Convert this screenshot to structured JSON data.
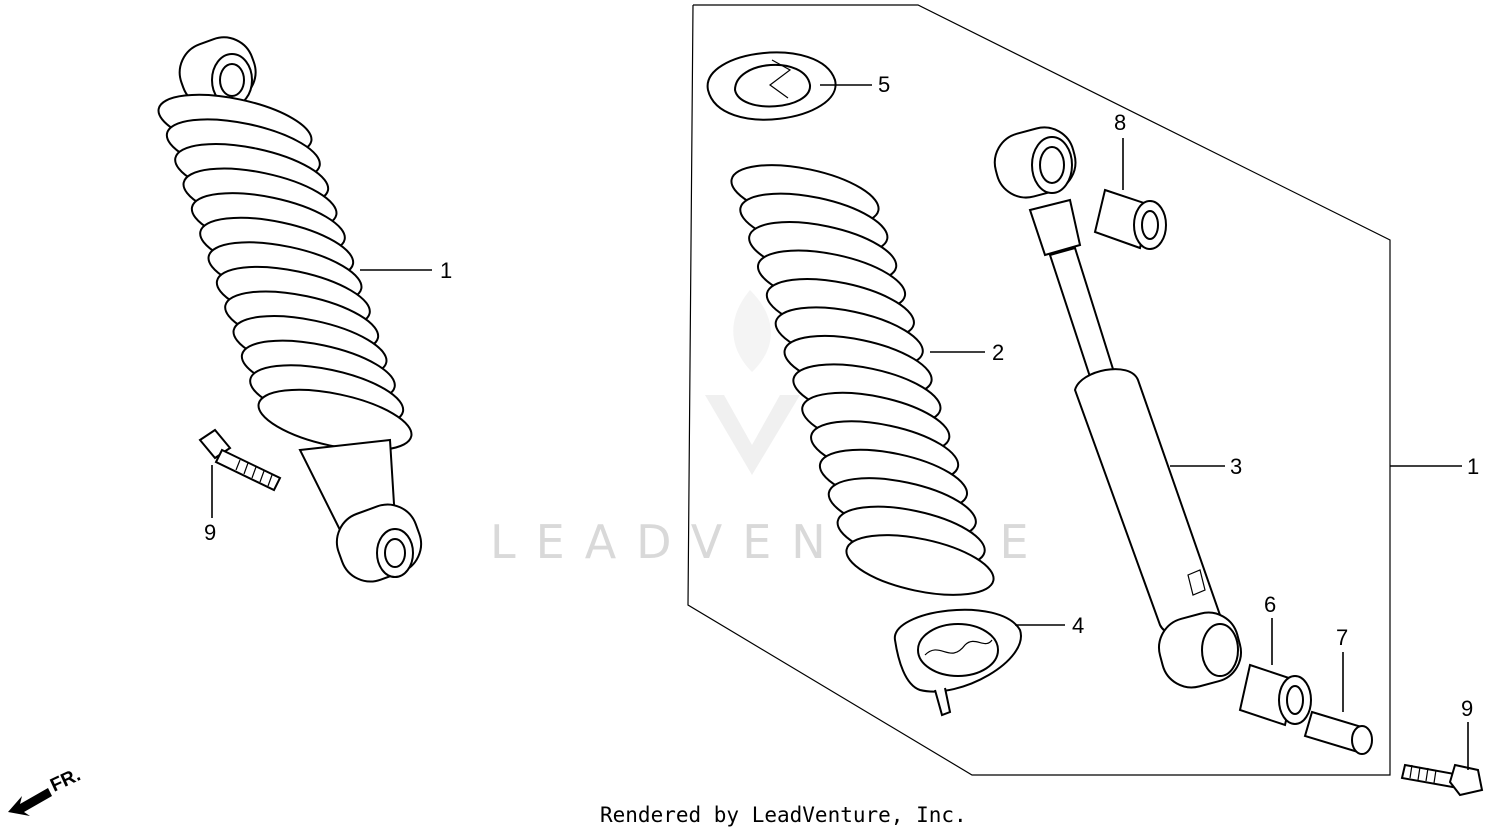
{
  "callouts": {
    "assembled_shock": "1",
    "spring": "2",
    "damper": "3",
    "spring_seat_lower": "4",
    "spring_seat_upper": "5",
    "bushing_lower": "6",
    "collar": "7",
    "bushing_upper": "8",
    "bolt_left": "9",
    "bolt_right": "9",
    "exploded_group": "1"
  },
  "front_indicator": "FR.",
  "watermark": "LEADVENTURE",
  "footer": "Rendered by LeadVenture, Inc.",
  "colors": {
    "line": "#000000",
    "watermark": "#d9d9d9",
    "background": "#ffffff"
  }
}
